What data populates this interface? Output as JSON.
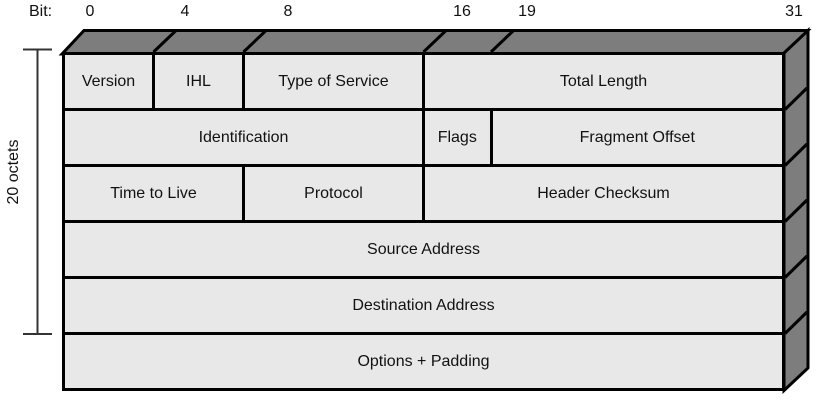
{
  "axis": {
    "prefix": "Bit:",
    "ticks": [
      "0",
      "4",
      "8",
      "16",
      "19",
      "31"
    ]
  },
  "side_label": "20 octets",
  "rows": [
    {
      "cells": [
        {
          "label": "Version",
          "bits": 4
        },
        {
          "label": "IHL",
          "bits": 4
        },
        {
          "label": "Type of Service",
          "bits": 8
        },
        {
          "label": "Total Length",
          "bits": 16
        }
      ]
    },
    {
      "cells": [
        {
          "label": "Identification",
          "bits": 16
        },
        {
          "label": "Flags",
          "bits": 3
        },
        {
          "label": "Fragment Offset",
          "bits": 13
        }
      ]
    },
    {
      "cells": [
        {
          "label": "Time to Live",
          "bits": 8
        },
        {
          "label": "Protocol",
          "bits": 8
        },
        {
          "label": "Header Checksum",
          "bits": 16
        }
      ]
    },
    {
      "cells": [
        {
          "label": "Source Address",
          "bits": 32
        }
      ]
    },
    {
      "cells": [
        {
          "label": "Destination Address",
          "bits": 32
        }
      ]
    },
    {
      "cells": [
        {
          "label": "Options + Padding",
          "bits": 32
        }
      ]
    }
  ],
  "colors": {
    "cell_fill": "#e8e8e8",
    "side_face_fill": "#7d7d7d",
    "line": "#000000",
    "text": "#111111"
  }
}
